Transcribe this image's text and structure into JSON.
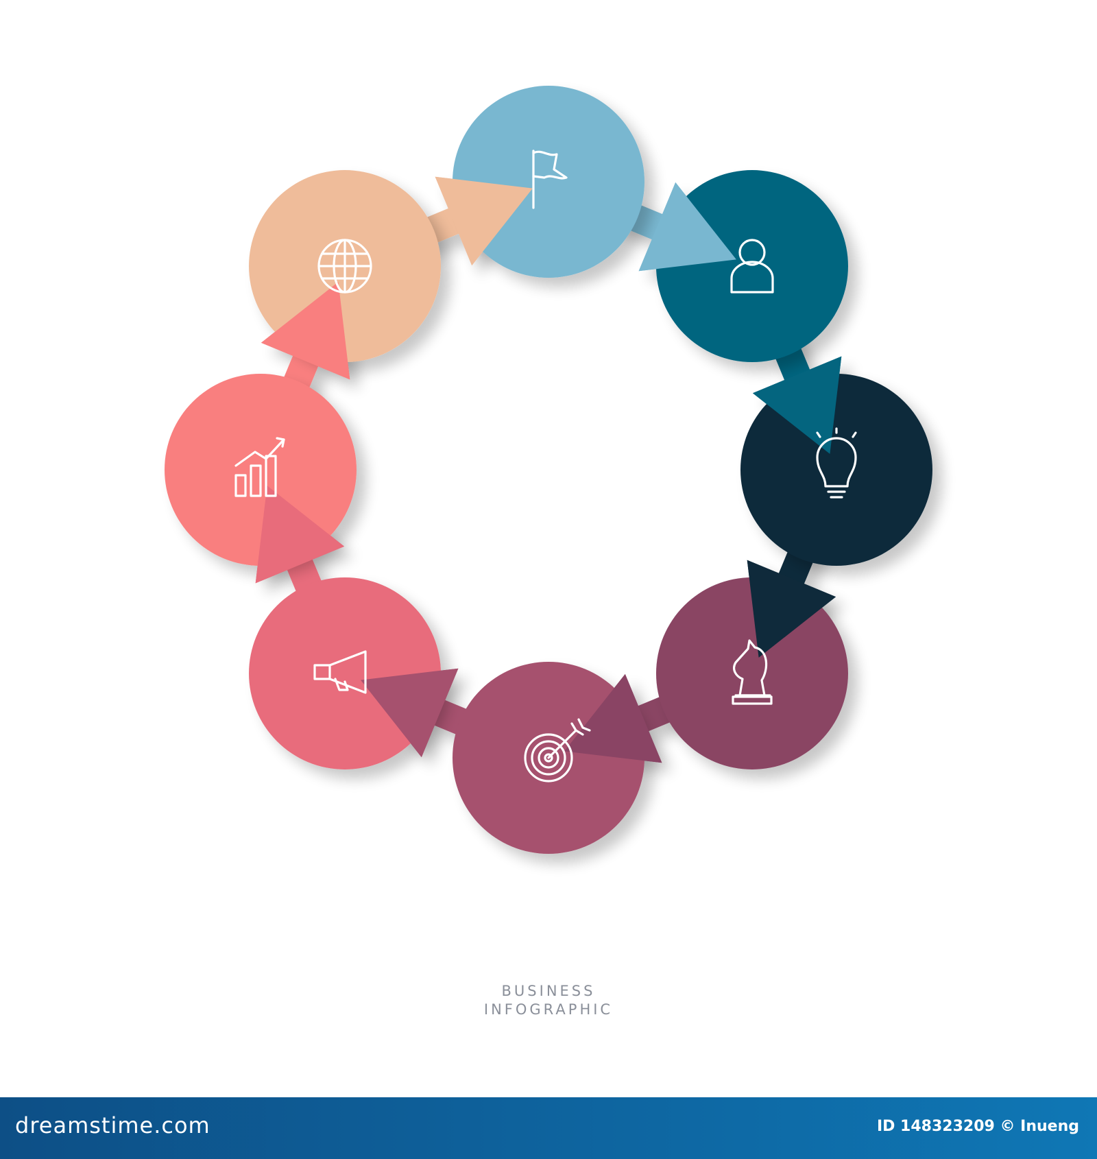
{
  "caption": {
    "line1": "BUSINESS",
    "line2": "INFOGRAPHIC"
  },
  "footer": {
    "brand": "dreamstime.com",
    "credit": "ID 148323209 © Inueng"
  },
  "steps": [
    {
      "icon": "flag-icon",
      "color": "#79b7d0"
    },
    {
      "icon": "user-icon",
      "color": "#04657f"
    },
    {
      "icon": "lightbulb-icon",
      "color": "#0f2a3b"
    },
    {
      "icon": "chess-knight-icon",
      "color": "#8a4464"
    },
    {
      "icon": "target-icon",
      "color": "#a6516e"
    },
    {
      "icon": "megaphone-icon",
      "color": "#e86c7b"
    },
    {
      "icon": "growth-chart-icon",
      "color": "#f97f7f"
    },
    {
      "icon": "globe-icon",
      "color": "#efbc9a"
    }
  ],
  "colors": {
    "footer_start": "#0d4f86",
    "footer_end": "#0f77b5",
    "caption": "#8a8f99"
  }
}
